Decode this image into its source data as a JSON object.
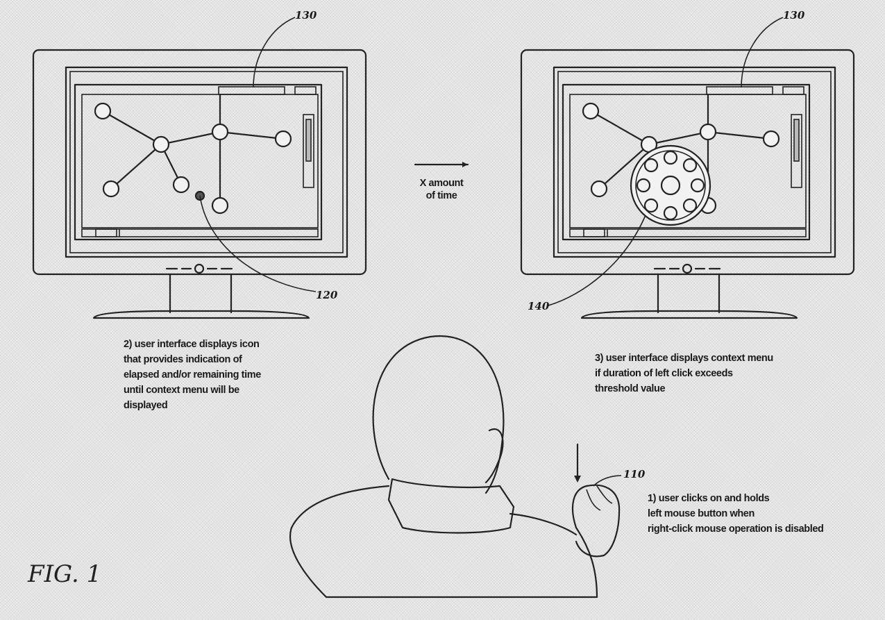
{
  "figure_label": "FIG. 1",
  "refs": {
    "screen_left": "130",
    "screen_right": "130",
    "timer_icon": "120",
    "context_menu": "140",
    "mouse_hand": "110"
  },
  "transition": {
    "lines": [
      "X amount",
      "of time"
    ]
  },
  "steps": {
    "step1": [
      "1) user clicks on and holds",
      "left mouse button when",
      "right-click mouse operation is disabled"
    ],
    "step2": [
      "2) user interface displays icon",
      "that provides indication of",
      "elapsed and/or remaining time",
      "until context menu will be",
      "displayed"
    ],
    "step3": [
      "3) user interface displays context menu",
      "if duration of left click exceeds",
      "threshold value"
    ]
  }
}
